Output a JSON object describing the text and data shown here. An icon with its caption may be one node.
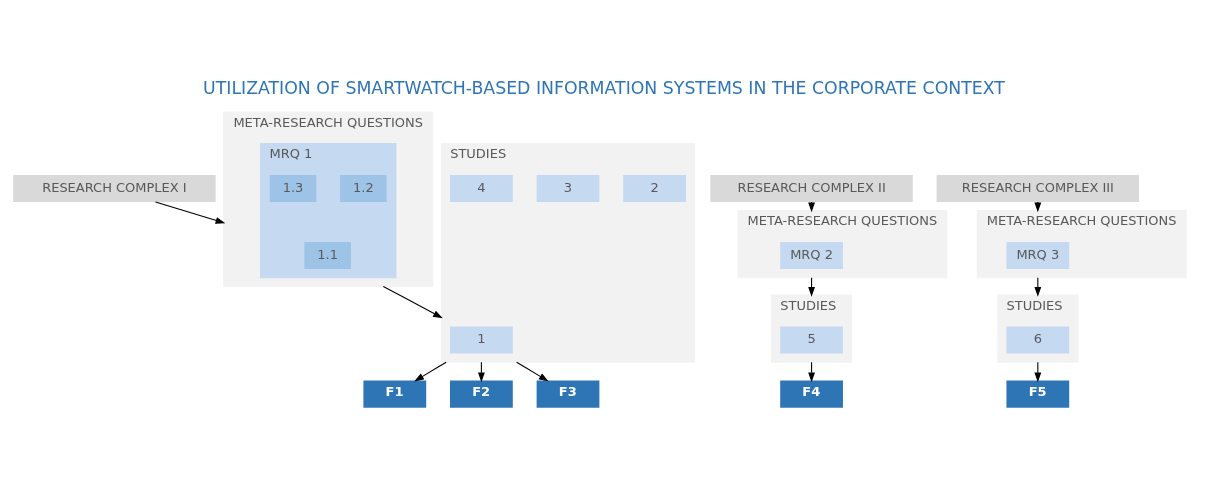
{
  "diagram": {
    "title": "UTILIZATION OF SMARTWATCH-BASED INFORMATION SYSTEMS IN THE CORPORATE CONTEXT",
    "nodes": [
      {
        "text": [
          "RESEARCH COMPLEX I"
        ]
      },
      {
        "text": [
          "RESEARCH COMPLEX II"
        ]
      },
      {
        "text": [
          "RESEARCH COMPLEX III"
        ]
      },
      {
        "text": [
          "META-RESEARCH QUESTIONS"
        ]
      },
      {
        "text": [
          "MRQ 1"
        ],
        "in": 3
      },
      {
        "text": [
          "1.1"
        ],
        "in": 4
      },
      {
        "text": [
          "1.2"
        ],
        "in": 4
      },
      {
        "text": [
          "1.3"
        ],
        "in": 4
      },
      {
        "text": [
          "META-RESEARCH QUESTIONS"
        ]
      },
      {
        "text": [
          "MRQ 2"
        ],
        "in": 8
      },
      {
        "text": [
          "META-RESEARCH QUESTIONS"
        ]
      },
      {
        "text": [
          "MRQ 3"
        ],
        "in": 10
      },
      {
        "text": [
          "STUDIES"
        ]
      },
      {
        "text": [
          "1"
        ],
        "in": 12
      },
      {
        "text": [
          "2"
        ],
        "in": 12
      },
      {
        "text": [
          "3"
        ],
        "in": 12
      },
      {
        "text": [
          "4"
        ],
        "in": 12
      },
      {
        "text": [
          "STUDIES"
        ]
      },
      {
        "text": [
          "5"
        ],
        "in": 17
      },
      {
        "text": [
          "STUDIES"
        ]
      },
      {
        "text": [
          "6"
        ],
        "in": 19
      },
      {
        "text": [
          "F1"
        ]
      },
      {
        "text": [
          "F2"
        ]
      },
      {
        "text": [
          "F3"
        ]
      },
      {
        "text": [
          "F4"
        ]
      },
      {
        "text": [
          "F5"
        ]
      }
    ],
    "edges": [
      {
        "from": 0,
        "to": 3,
        "arrow": "to"
      },
      {
        "from": 1,
        "to": 8,
        "arrow": "to"
      },
      {
        "from": 2,
        "to": 10,
        "arrow": "to"
      },
      {
        "from": 3,
        "to": 12,
        "arrow": "to"
      },
      {
        "from": 8,
        "to": 17,
        "arrow": "to"
      },
      {
        "from": 10,
        "to": 19,
        "arrow": "to"
      },
      {
        "from": 12,
        "to": 21,
        "arrow": "to"
      },
      {
        "from": 12,
        "to": 22,
        "arrow": "to"
      },
      {
        "from": 12,
        "to": 23,
        "arrow": "to"
      },
      {
        "from": 17,
        "to": 24,
        "arrow": "to"
      },
      {
        "from": 19,
        "to": 25,
        "arrow": "to"
      }
    ]
  }
}
